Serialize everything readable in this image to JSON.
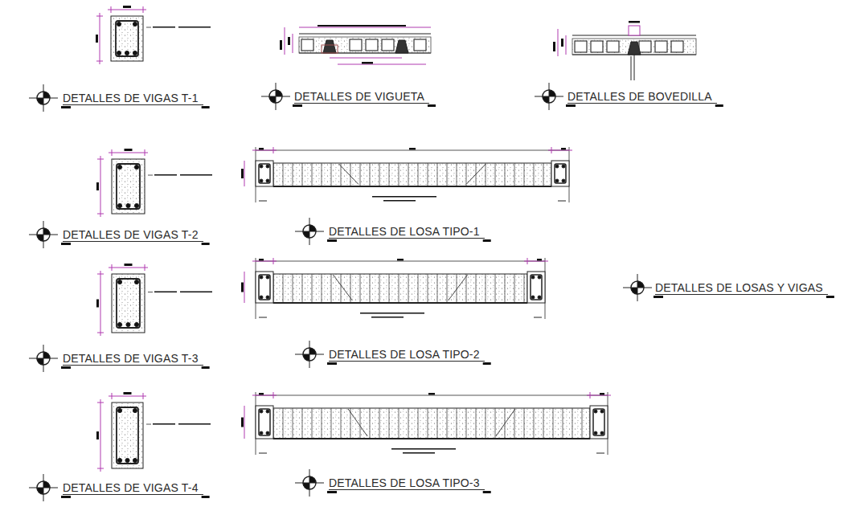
{
  "diagram": {
    "title": "DETALLES DE LOSAS Y VIGAS",
    "labels": [
      "DETALLES DE VIGAS T-1",
      "DETALLES DE VIGUETA",
      "DETALLES DE BOVEDILLA",
      "DETALLES DE VIGAS T-2",
      "DETALLES DE LOSA TIPO-1",
      "DETALLES DE VIGAS T-3",
      "DETALLES DE LOSA TIPO-2",
      "DETALLES DE VIGAS T-4",
      "DETALLES DE LOSA TIPO-3"
    ]
  }
}
